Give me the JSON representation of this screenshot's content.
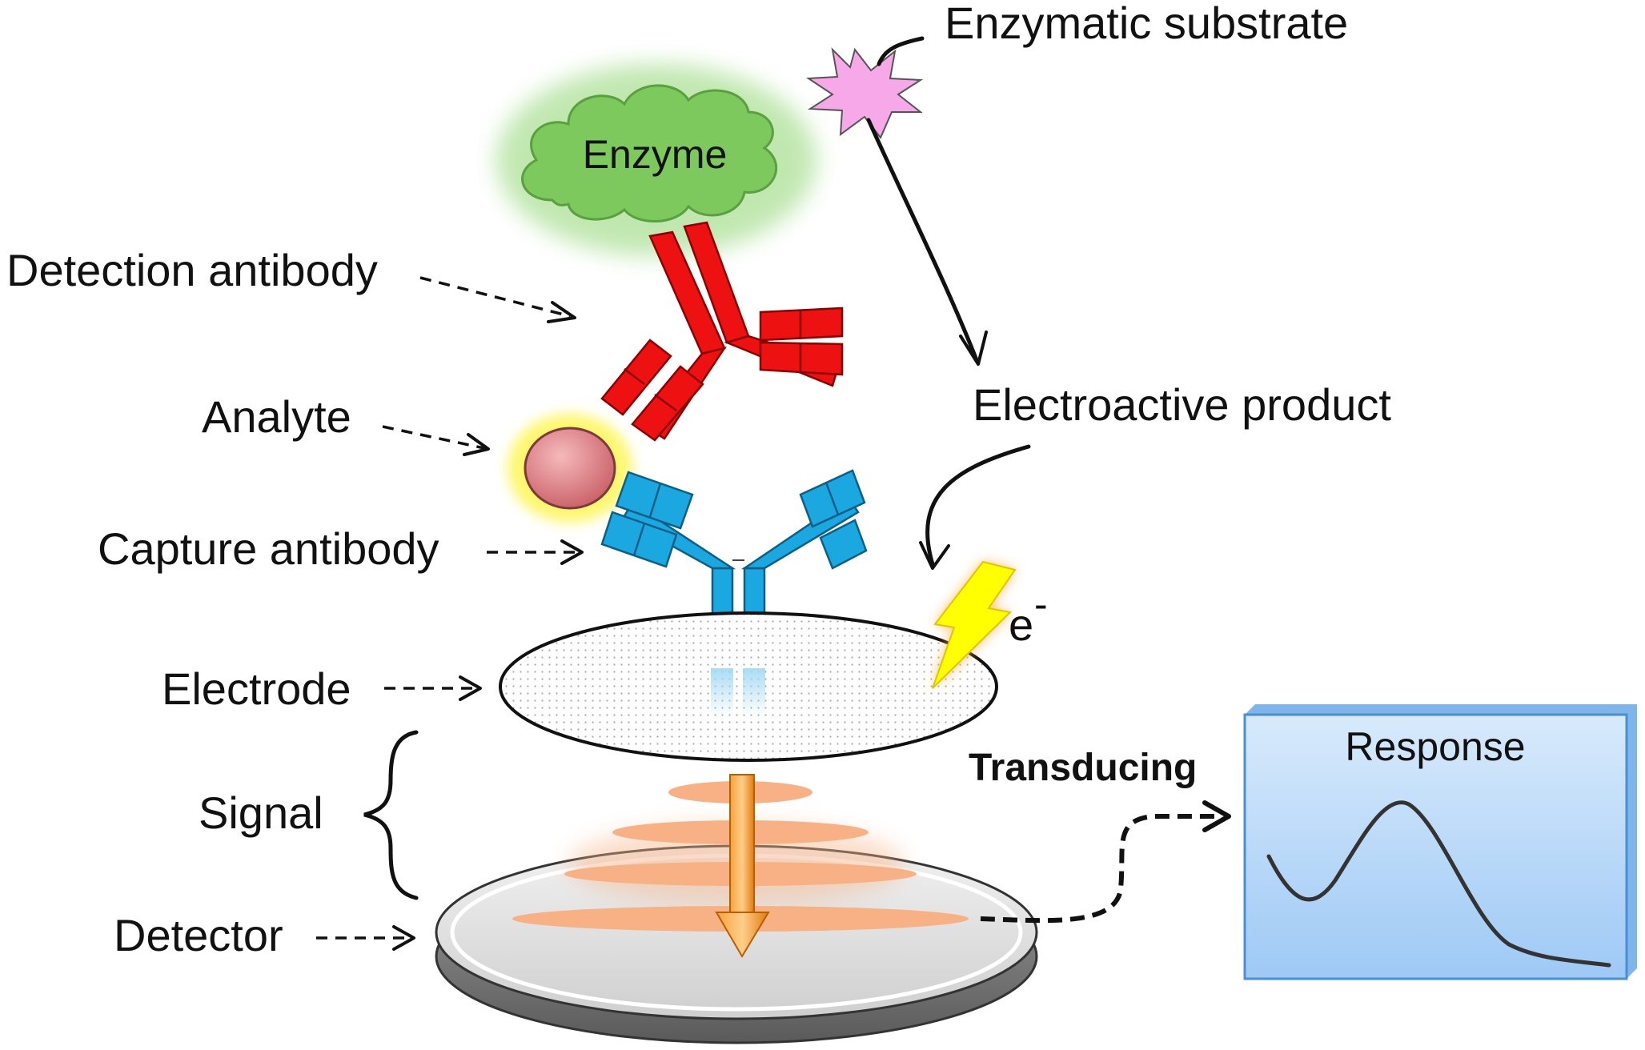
{
  "labels": {
    "enzymatic_substrate": "Enzymatic substrate",
    "enzyme": "Enzyme",
    "detection_antibody": "Detection antibody",
    "analyte": "Analyte",
    "capture_antibody": "Capture antibody",
    "electroactive_product": "Electroactive product",
    "electron": "e",
    "electron_charge": "-",
    "electrode": "Electrode",
    "signal": "Signal",
    "detector": "Detector",
    "transducing": "Transducing",
    "response": "Response"
  },
  "colors": {
    "enzyme_green": "#7dc95e",
    "substrate_pink": "#f7a8e8",
    "detection_antibody_red": "#ee1111",
    "capture_antibody_blue": "#1ba7e0",
    "analyte_pink": "#e8868a",
    "analyte_glow": "#fff44a",
    "signal_orange": "#f7b184",
    "arrow_orange": "#f08a1e",
    "bolt_yellow": "#ffff00",
    "response_panel": "#a6d0f8"
  }
}
